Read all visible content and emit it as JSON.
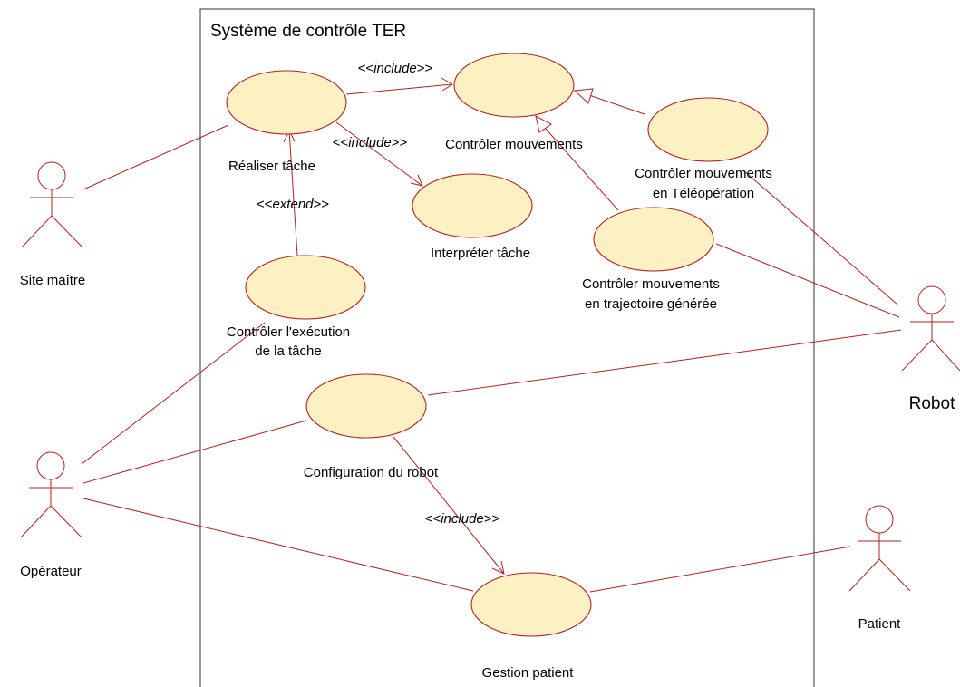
{
  "system": {
    "title": "Système de contrôle TER"
  },
  "colors": {
    "line": "#b22222",
    "use_case_fill": "#fdf1c4",
    "boundary": "#333333"
  },
  "use_cases": {
    "realiser_tache": {
      "label_lines": [
        "Réaliser tâche"
      ]
    },
    "controler_mouvements": {
      "label_lines": [
        "Contrôler mouvements"
      ]
    },
    "controler_teleoperation": {
      "label_lines": [
        "Contrôler mouvements",
        "en Téléopération"
      ]
    },
    "interpreter_tache": {
      "label_lines": [
        "Interpréter tâche"
      ]
    },
    "controler_trajectoire": {
      "label_lines": [
        "Contrôler mouvements",
        "en trajectoire générée"
      ]
    },
    "controler_execution": {
      "label_lines": [
        "Contrôler l'exécution",
        "de la tâche"
      ]
    },
    "configuration_robot": {
      "label_lines": [
        "Configuration du robot"
      ]
    },
    "gestion_patient": {
      "label_lines": [
        "Gestion patient"
      ]
    }
  },
  "actors": {
    "site_maitre": {
      "label": "Site maître"
    },
    "robot": {
      "label": "Robot"
    },
    "operateur": {
      "label": "Opérateur"
    },
    "patient": {
      "label": "Patient"
    }
  },
  "relations": {
    "include_realiser_controler": {
      "stereotype": {
        "pre": "<<",
        "word": "include",
        "post": ">>"
      }
    },
    "include_realiser_interpreter": {
      "stereotype": {
        "pre": "<<",
        "word": "include",
        "post": ">>"
      }
    },
    "extend_execution_realiser": {
      "stereotype": {
        "pre": "<<",
        "word": "extend",
        "post": ">>"
      }
    },
    "include_configuration_gestion": {
      "stereotype": {
        "pre": "<<",
        "word": "include",
        "post": ">>"
      }
    }
  }
}
